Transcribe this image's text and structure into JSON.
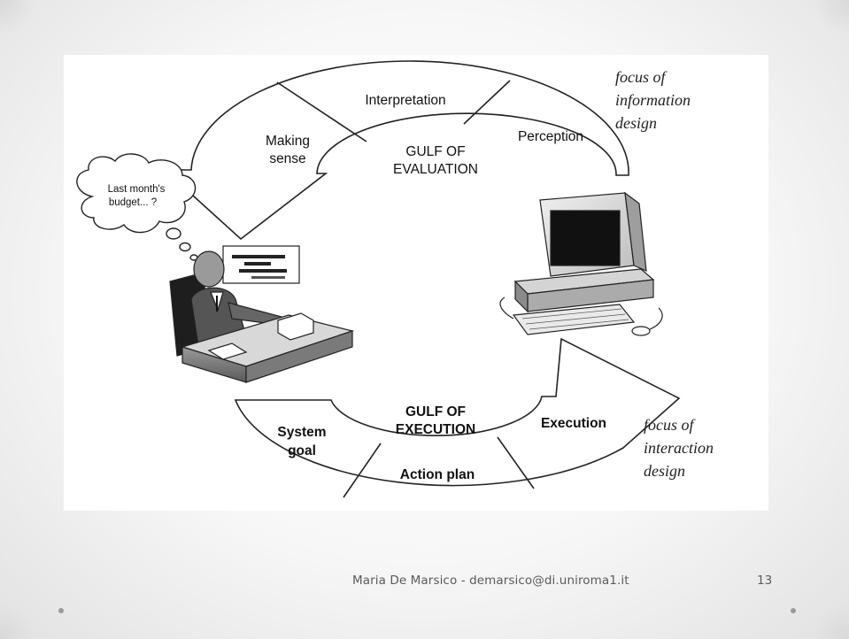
{
  "diagram": {
    "evaluation_cycle": {
      "gulf_label_line1": "GULF OF",
      "gulf_label_line2": "EVALUATION",
      "stage_making_sense_line1": "Making",
      "stage_making_sense_line2": "sense",
      "stage_interpretation": "Interpretation",
      "stage_perception": "Perception",
      "focus_line1": "focus of",
      "focus_line2": "information",
      "focus_line3": "design"
    },
    "execution_cycle": {
      "gulf_label_line1": "GULF OF",
      "gulf_label_line2": "EXECUTION",
      "stage_system_goal_line1": "System",
      "stage_system_goal_line2": "goal",
      "stage_action_plan": "Action plan",
      "stage_execution": "Execution",
      "focus_line1": "focus of",
      "focus_line2": "interaction",
      "focus_line3": "design"
    },
    "thought_bubble_line1": "Last month's",
    "thought_bubble_line2": "budget... ?"
  },
  "footer": {
    "author": "Maria De Marsico - demarsico@di.uniroma1.it",
    "page_number": "13"
  }
}
